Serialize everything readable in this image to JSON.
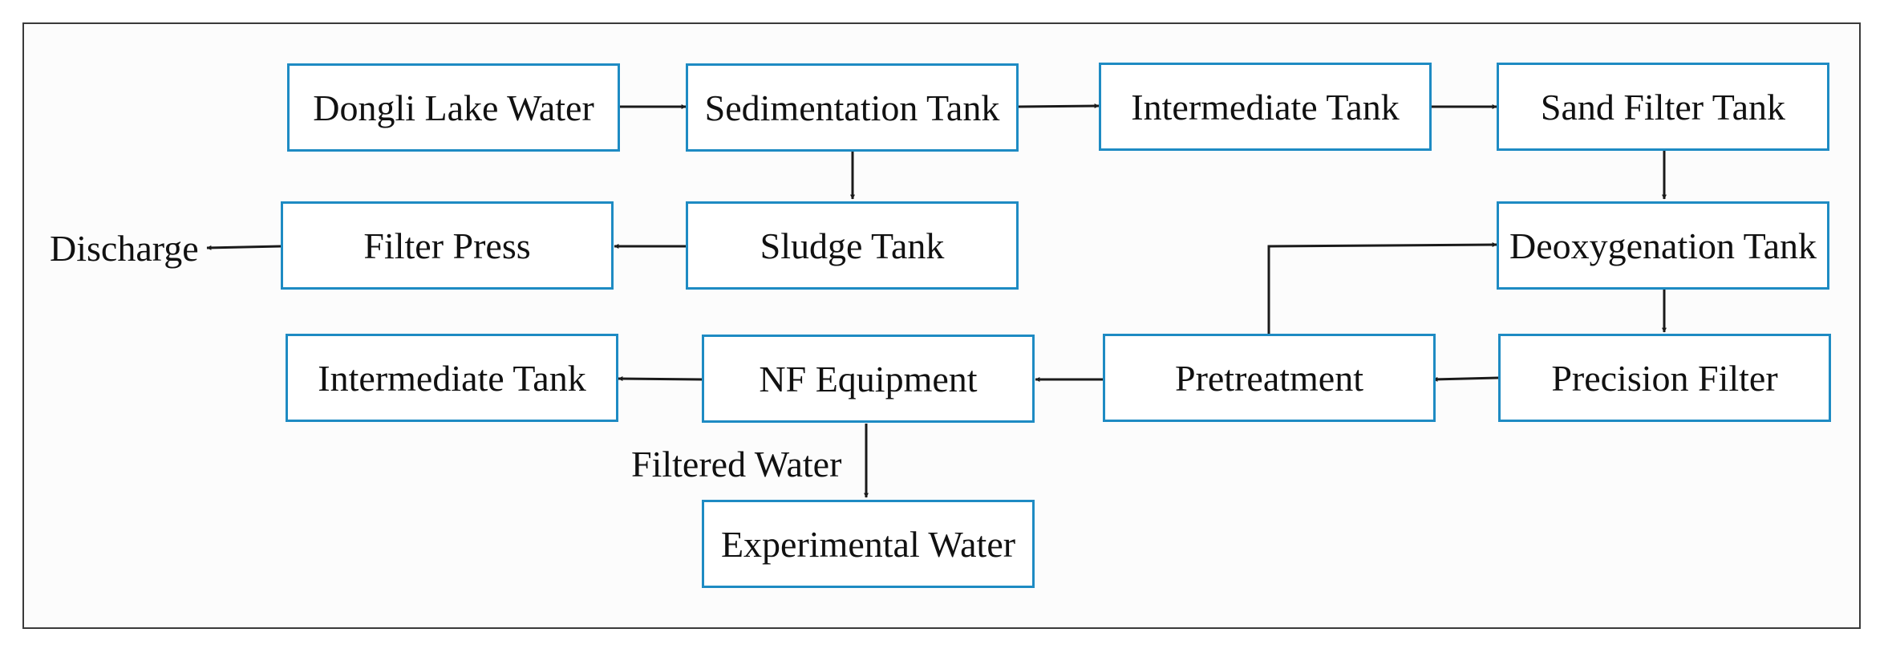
{
  "colors": {
    "box_border": "#1e8bc3",
    "arrow": "#1a1a1a",
    "frame": "#3a3a3a"
  },
  "boxes": {
    "dongli_lake_water": "Dongli Lake Water",
    "sedimentation_tank": "Sedimentation Tank",
    "intermediate_tank_top": "Intermediate Tank",
    "sand_filter_tank": "Sand Filter Tank",
    "filter_press": "Filter Press",
    "sludge_tank": "Sludge Tank",
    "deoxygenation_tank": "Deoxygenation Tank",
    "intermediate_tank_bottom": "Intermediate Tank",
    "nf_equipment": "NF Equipment",
    "pretreatment": "Pretreatment",
    "precision_filter": "Precision Filter",
    "experimental_water": "Experimental Water"
  },
  "labels": {
    "discharge": "Discharge",
    "filtered_water": "Filtered Water"
  }
}
